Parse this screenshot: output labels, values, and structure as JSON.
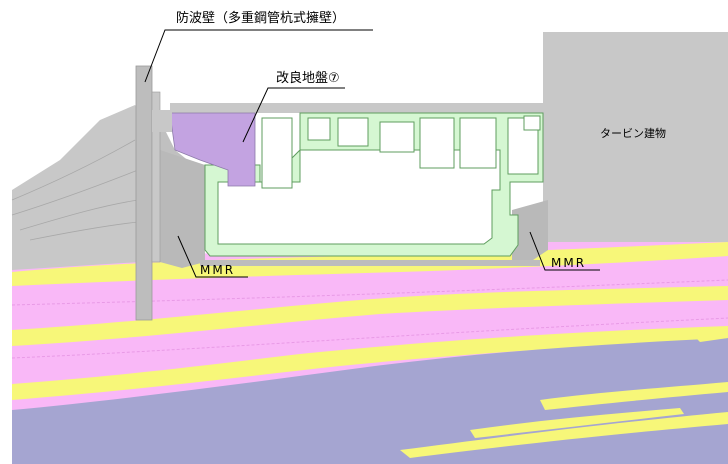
{
  "labels": {
    "seawall": "防波壁（多重鋼管杭式擁壁）",
    "improved_ground": "改良地盤⑦",
    "turbine_building": "タービン建物",
    "mmr_left": "MMR",
    "mmr_right": "MMR"
  },
  "colors": {
    "gray": "#c8c8c8",
    "pink": "#f9b8f7",
    "yellow": "#f7f779",
    "blue": "#a5a5d1",
    "green": "#d5f7d2",
    "green_line": "#5f9d5f",
    "purple": "#c3a3e1"
  }
}
